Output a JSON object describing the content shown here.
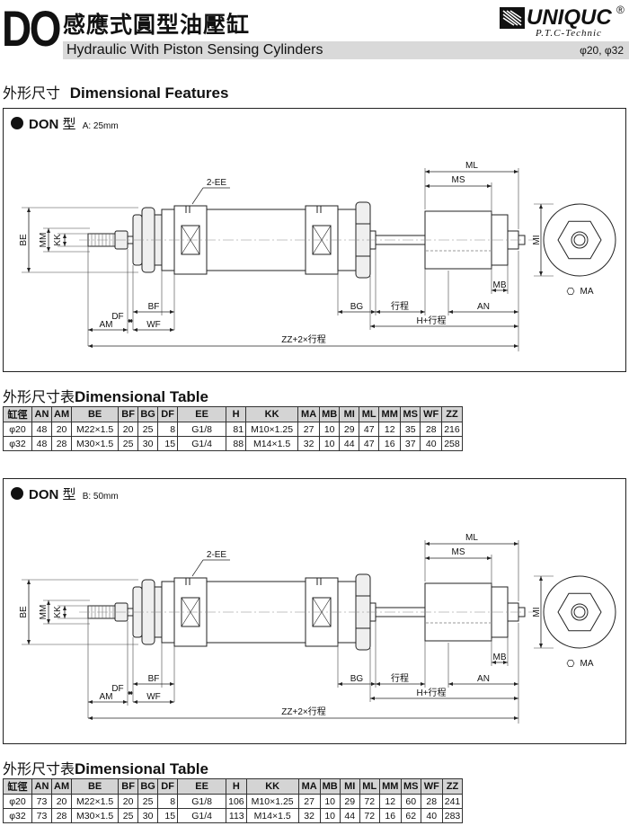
{
  "header": {
    "code": "DO",
    "title_zh": "感應式圓型油壓缸",
    "title_en": "Hydraulic With Piston Sensing Cylinders",
    "brand": "UNIQUC",
    "brand_reg": "®",
    "brand_tagline": "P.T.C-Technic",
    "sizes": "φ20, φ32"
  },
  "section_features": {
    "title_zh": "外形尺寸",
    "title_en": "Dimensional Features"
  },
  "diagram1": {
    "model_name": "DON",
    "model_zh": "型",
    "stroke_note": "A: 25mm",
    "labels": {
      "ee": "2-EE",
      "ml": "ML",
      "ms": "MS",
      "be": "BE",
      "mm": "MM",
      "kk": "KK",
      "mi": "MI",
      "mb": "MB",
      "ma": "MA",
      "bf": "BF",
      "df": "DF",
      "am": "AM",
      "wf": "WF",
      "bg": "BG",
      "stroke": "行程",
      "an": "AN",
      "h": "H+行程",
      "zz": "ZZ+2×行程"
    }
  },
  "diagram2": {
    "model_name": "DON",
    "model_zh": "型",
    "stroke_note": "B: 50mm",
    "labels": {
      "ee": "2-EE",
      "ml": "ML",
      "ms": "MS",
      "be": "BE",
      "mm": "MM",
      "kk": "KK",
      "mi": "MI",
      "mb": "MB",
      "ma": "MA",
      "bf": "BF",
      "df": "DF",
      "am": "AM",
      "wf": "WF",
      "bg": "BG",
      "stroke": "行程",
      "an": "AN",
      "h": "H+行程",
      "zz": "ZZ+2×行程"
    }
  },
  "section_table1": {
    "title_zh": "外形尺寸表",
    "title_en": "Dimensional Table"
  },
  "section_table2": {
    "title_zh": "外形尺寸表",
    "title_en": "Dimensional Table"
  },
  "table_headers": [
    "缸徑",
    "AN",
    "AM",
    "BE",
    "BF",
    "BG",
    "DF",
    "EE",
    "H",
    "KK",
    "MA",
    "MB",
    "MI",
    "ML",
    "MM",
    "MS",
    "WF",
    "ZZ"
  ],
  "table1": [
    [
      "φ20",
      "48",
      "20",
      "M22×1.5",
      "20",
      "25",
      "8",
      "G1/8",
      "81",
      "M10×1.25",
      "27",
      "10",
      "29",
      "47",
      "12",
      "35",
      "28",
      "216"
    ],
    [
      "φ32",
      "48",
      "28",
      "M30×1.5",
      "25",
      "30",
      "15",
      "G1/4",
      "88",
      "M14×1.5",
      "32",
      "10",
      "44",
      "47",
      "16",
      "37",
      "40",
      "258"
    ]
  ],
  "table2": [
    [
      "φ20",
      "73",
      "20",
      "M22×1.5",
      "20",
      "25",
      "8",
      "G1/8",
      "106",
      "M10×1.25",
      "27",
      "10",
      "29",
      "72",
      "12",
      "60",
      "28",
      "241"
    ],
    [
      "φ32",
      "73",
      "28",
      "M30×1.5",
      "25",
      "30",
      "15",
      "G1/4",
      "113",
      "M14×1.5",
      "32",
      "10",
      "44",
      "72",
      "16",
      "62",
      "40",
      "283"
    ]
  ]
}
